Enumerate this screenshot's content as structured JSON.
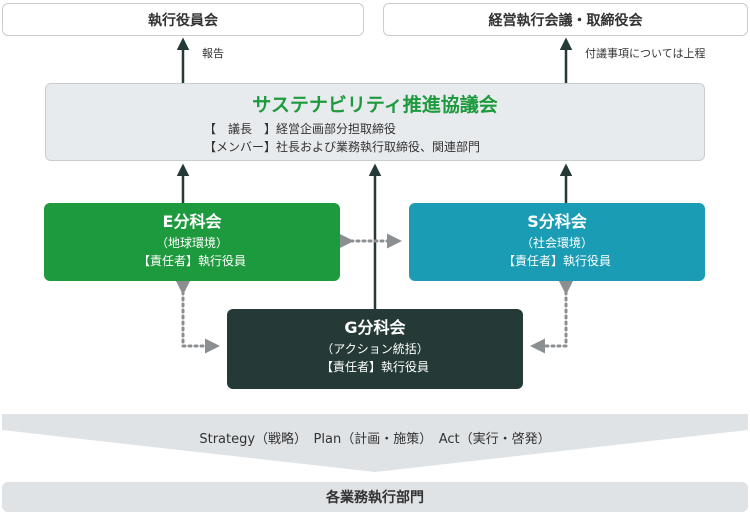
{
  "top": {
    "left_box": "執行役員会",
    "right_box": "経営執行会議・取締役会",
    "left_note": "報告",
    "right_note": "付議事項については上程"
  },
  "council": {
    "title": "サステナビリティ推進協議会",
    "chair_line": "【　議長　】経営企画部分担取締役",
    "members_line": "【メンバー】社長および業務執行取締役、関連部門"
  },
  "e_committee": {
    "name": "E分科会",
    "area": "（地球環境）",
    "responsible": "【責任者】執行役員"
  },
  "s_committee": {
    "name": "S分科会",
    "area": "（社会環境）",
    "responsible": "【責任者】執行役員"
  },
  "g_committee": {
    "name": "G分科会",
    "area": "（アクション統括）",
    "responsible": "【責任者】執行役員"
  },
  "band": {
    "text": "Strategy（戦略）　Plan（計画・施策）　Act（実行・啓発）"
  },
  "bottom": {
    "label": "各業務執行部門"
  },
  "colors": {
    "e_green": "#1e9a3e",
    "s_teal": "#1a9cb5",
    "g_dark": "#253a37",
    "council_bg": "#e8ebee",
    "band_grey": "#dfe3e6"
  }
}
